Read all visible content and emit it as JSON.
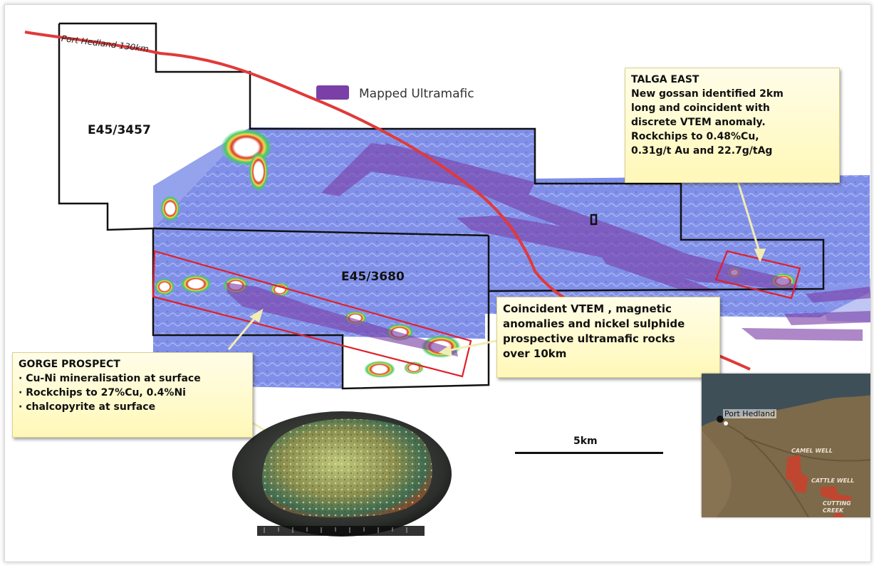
{
  "map": {
    "road_label": "Port Hedland 130km",
    "legend": {
      "label": "Mapped Ultramafic",
      "color": "#7b3fa8"
    },
    "tenements": [
      "E45/3457",
      "E45/3680"
    ],
    "scale": {
      "label": "5km"
    },
    "colors": {
      "road": "#e03a3a",
      "boundary": "#111111",
      "target_box": "#e0202a",
      "survey": "#7f8fe6"
    }
  },
  "callouts": {
    "talga": [
      "TALGA EAST",
      "New gossan identified 2km",
      "long and coincident with",
      "discrete VTEM anomaly.",
      "Rockchips to 0.48%Cu,",
      "0.31g/t Au and 22.7g/tAg"
    ],
    "coincident": [
      "Coincident VTEM , magnetic",
      "anomalies and nickel sulphide",
      "prospective ultramafic rocks",
      "over 10km"
    ],
    "gorge": [
      "GORGE PROSPECT",
      "· Cu-Ni mineralisation at surface",
      "· Rockchips to 27%Cu, 0.4%Ni",
      "· chalcopyrite at surface"
    ]
  },
  "inset": {
    "port": "Port Hedland",
    "prospects": [
      "CAMEL WELL",
      "CATTLE WELL",
      "CUTTING",
      "CREEK"
    ]
  }
}
